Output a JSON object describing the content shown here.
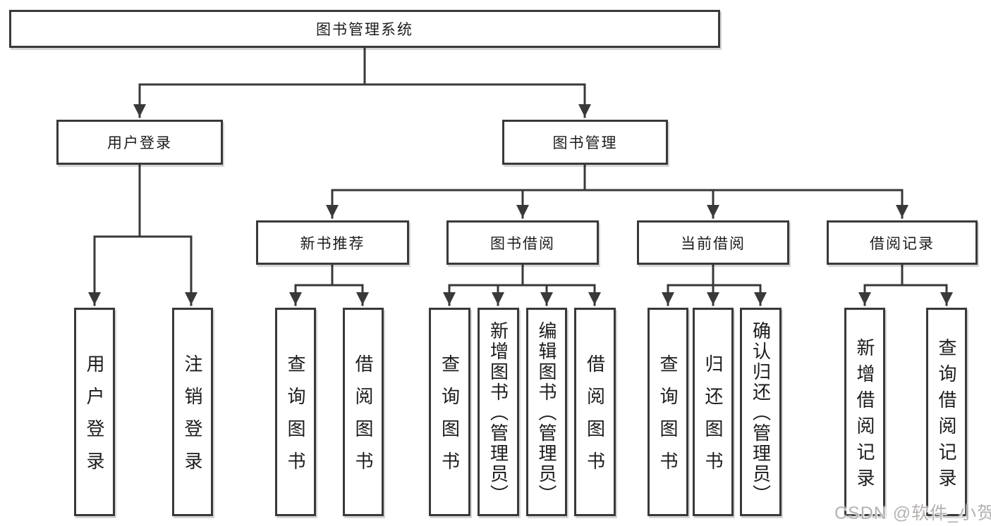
{
  "root": {
    "label": "图书管理系统"
  },
  "branches": [
    {
      "label": "用户登录",
      "leaves": [
        "用户登录",
        "注销登录"
      ]
    },
    {
      "label": "图书管理",
      "groups": [
        {
          "label": "新书推荐",
          "leaves": [
            "查询图书",
            "借阅图书"
          ]
        },
        {
          "label": "图书借阅",
          "leaves": [
            "查询图书",
            "新增图书（管理员）",
            "编辑图书（管理员）",
            "借阅图书"
          ]
        },
        {
          "label": "当前借阅",
          "leaves": [
            "查询图书",
            "归还图书",
            "确认归还（管理员）"
          ]
        },
        {
          "label": "借阅记录",
          "leaves": [
            "新增借阅记录",
            "查询借阅记录"
          ]
        }
      ]
    }
  ],
  "watermark": "CSDN @软件_小贺同学",
  "colors": {
    "line": "#393939",
    "text": "#1c1c1c",
    "watermark": "#b5b2b0",
    "background": "#ffffff"
  }
}
